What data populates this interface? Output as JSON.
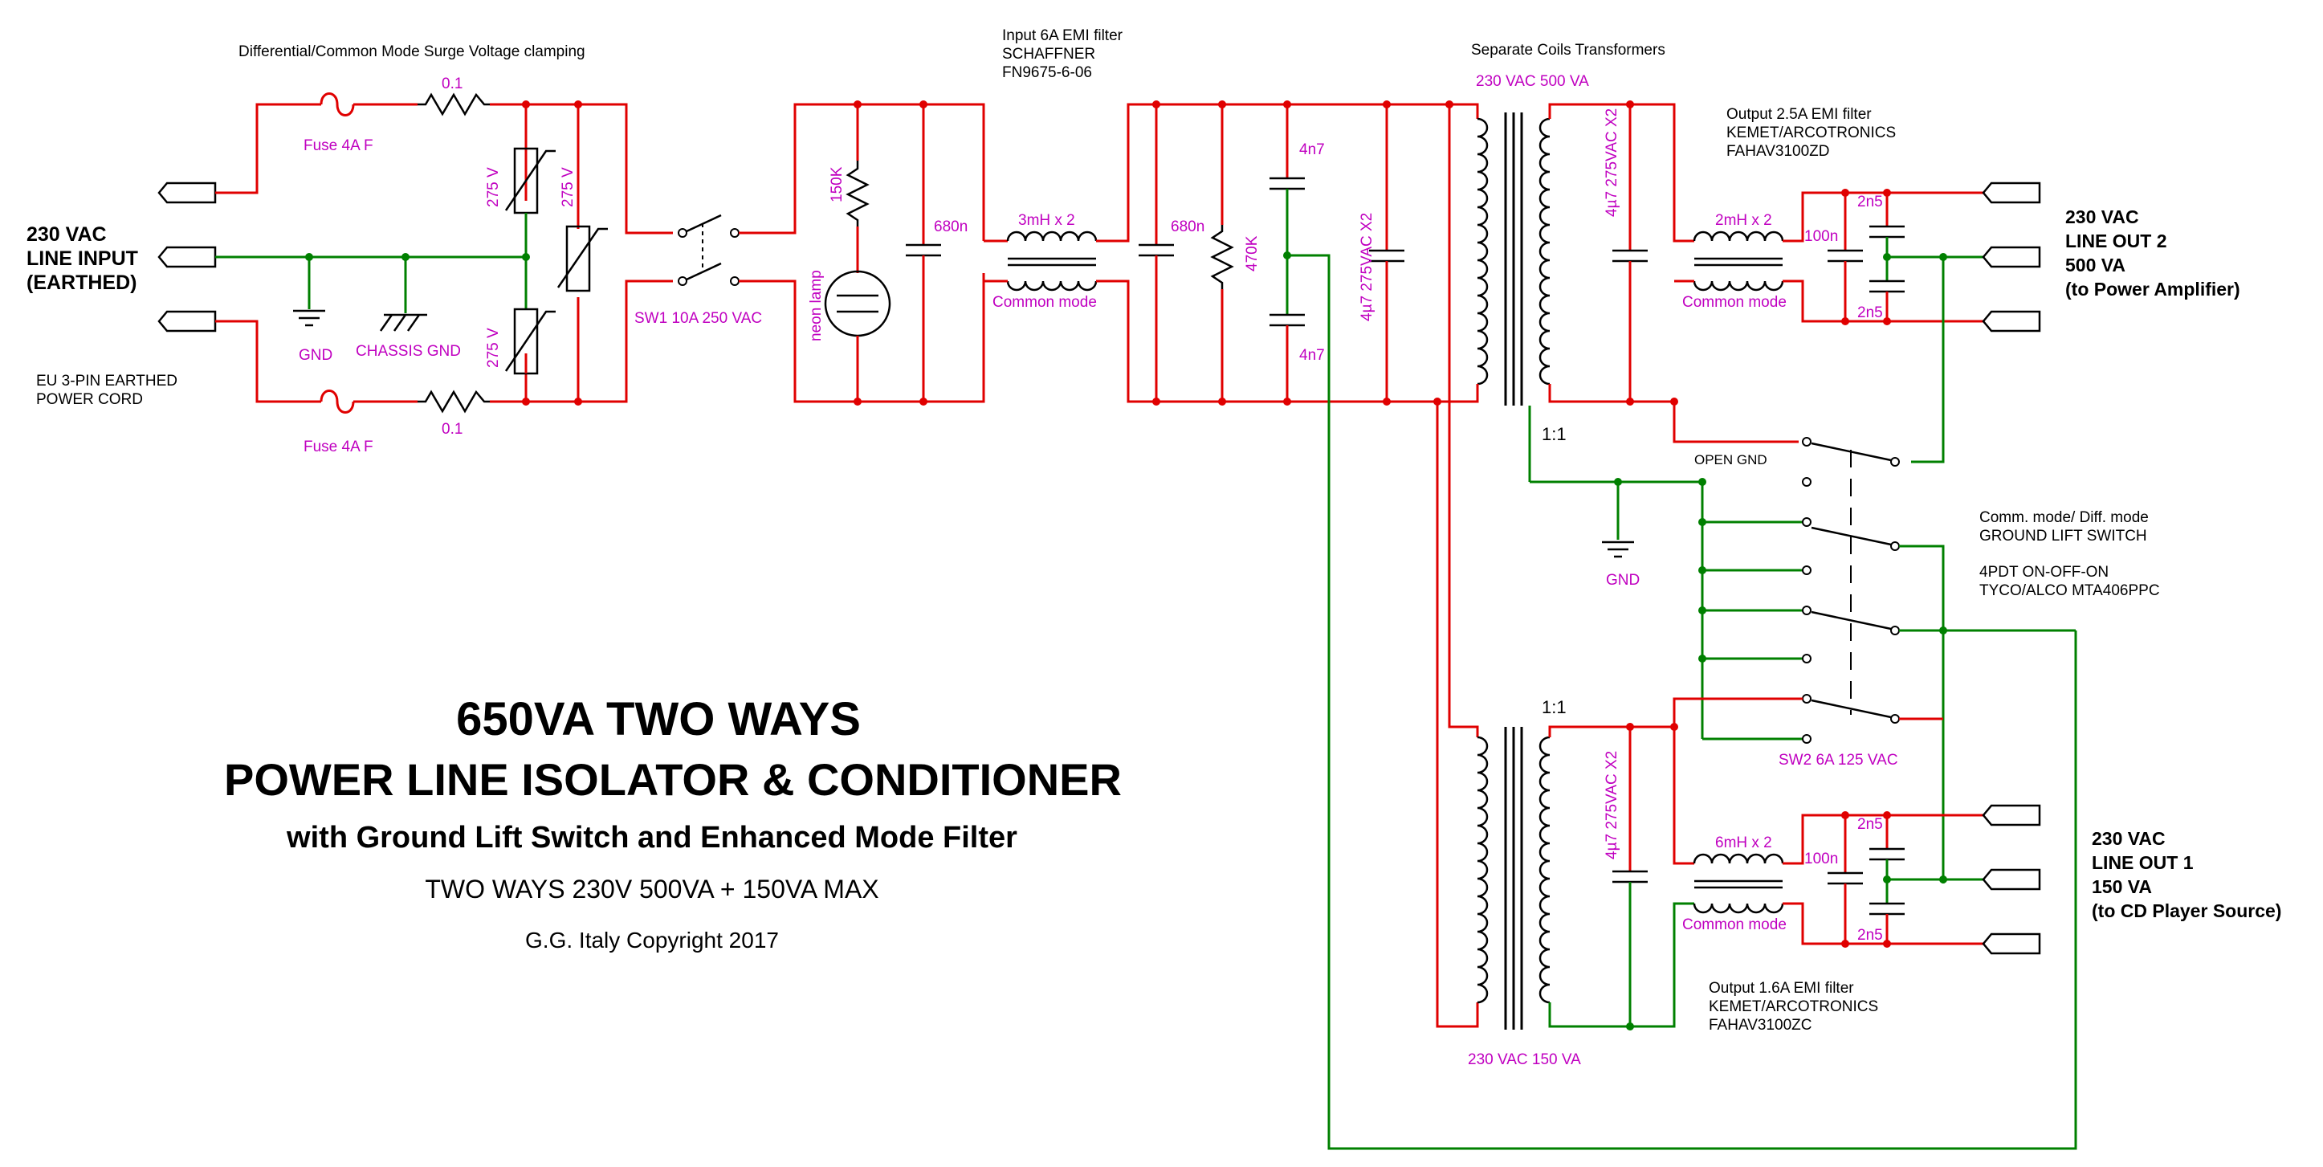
{
  "colors": {
    "hot_wire": "#e00000",
    "ground_wire": "#008000",
    "label": "#c000c0",
    "text": "#000000"
  },
  "labels": {
    "surge_title": "Differential/Common Mode Surge Voltage clamping",
    "r_top": "0.1",
    "r_bottom": "0.1",
    "fuse_top": "Fuse 4A F",
    "fuse_bottom": "Fuse 4A F",
    "mov1": "275 V",
    "mov2": "275 V",
    "mov3": "275 V",
    "input_line1": "230 VAC",
    "input_line2": "LINE INPUT",
    "input_line3": "(EARTHED)",
    "cord_line1": "EU 3-PIN EARTHED",
    "cord_line2": "POWER CORD",
    "gnd1": "GND",
    "chassis_gnd": "CHASSIS GND",
    "sw1": "SW1 10A 250 VAC",
    "r_150k": "150K",
    "neon": "neon lamp",
    "c_680n_1": "680n",
    "emi_in_1": "Input 6A EMI filter",
    "emi_in_2": "SCHAFFNER",
    "emi_in_3": "FN9675-6-06",
    "choke_in": "3mH x 2",
    "common_mode_in": "Common mode",
    "c_680n_2": "680n",
    "r_470k": "470K",
    "c_4n7_top": "4n7",
    "c_4n7_bottom": "4n7",
    "c_4u7_x2_in": "4µ7 275VAC X2",
    "transformers_title": "Separate Coils Transformers",
    "t1_rating": "230 VAC 500 VA",
    "t1_sec_cap": "4µ7 275VAC X2",
    "out2_emi_1": "Output 2.5A EMI filter",
    "out2_emi_2": "KEMET/ARCOTRONICS",
    "out2_emi_3": "FAHAV3100ZD",
    "choke_out2": "2mH x 2",
    "c_100n_out2": "100n",
    "c_2n5_out2_top": "2n5",
    "c_2n5_out2_bottom": "2n5",
    "common_mode_out2": "Common mode",
    "out2_line1": "230 VAC",
    "out2_line2": "LINE OUT 2",
    "out2_line3": "500 VA",
    "out2_line4": "(to Power Amplifier)",
    "ratio1": "1:1",
    "open_gnd": "OPEN GND",
    "gnd2": "GND",
    "gl_1": "Comm. mode/ Diff. mode",
    "gl_2": "GROUND LIFT SWITCH",
    "gl_3": "4PDT ON-OFF-ON",
    "gl_4": "TYCO/ALCO MTA406PPC",
    "sw2": "SW2 6A 125 VAC",
    "ratio2": "1:1",
    "t2_sec_cap": "4µ7 275VAC X2",
    "choke_out1": "6mH x 2",
    "c_100n_out1": "100n",
    "c_2n5_out1_top": "2n5",
    "c_2n5_out1_bottom": "2n5",
    "common_mode_out1": "Common mode",
    "out1_line1": "230 VAC",
    "out1_line2": "LINE OUT 1",
    "out1_line3": "150 VA",
    "out1_line4": "(to CD Player Source)",
    "out1_emi_1": "Output 1.6A EMI filter",
    "out1_emi_2": "KEMET/ARCOTRONICS",
    "out1_emi_3": "FAHAV3100ZC",
    "t2_rating": "230 VAC 150 VA"
  },
  "title": {
    "line1": "650VA TWO WAYS",
    "line2": "POWER LINE ISOLATOR & CONDITIONER",
    "line3": "with Ground Lift Switch and Enhanced Mode Filter",
    "line4": "TWO WAYS 230V 500VA + 150VA MAX",
    "line5": "G.G. Italy Copyright 2017"
  }
}
